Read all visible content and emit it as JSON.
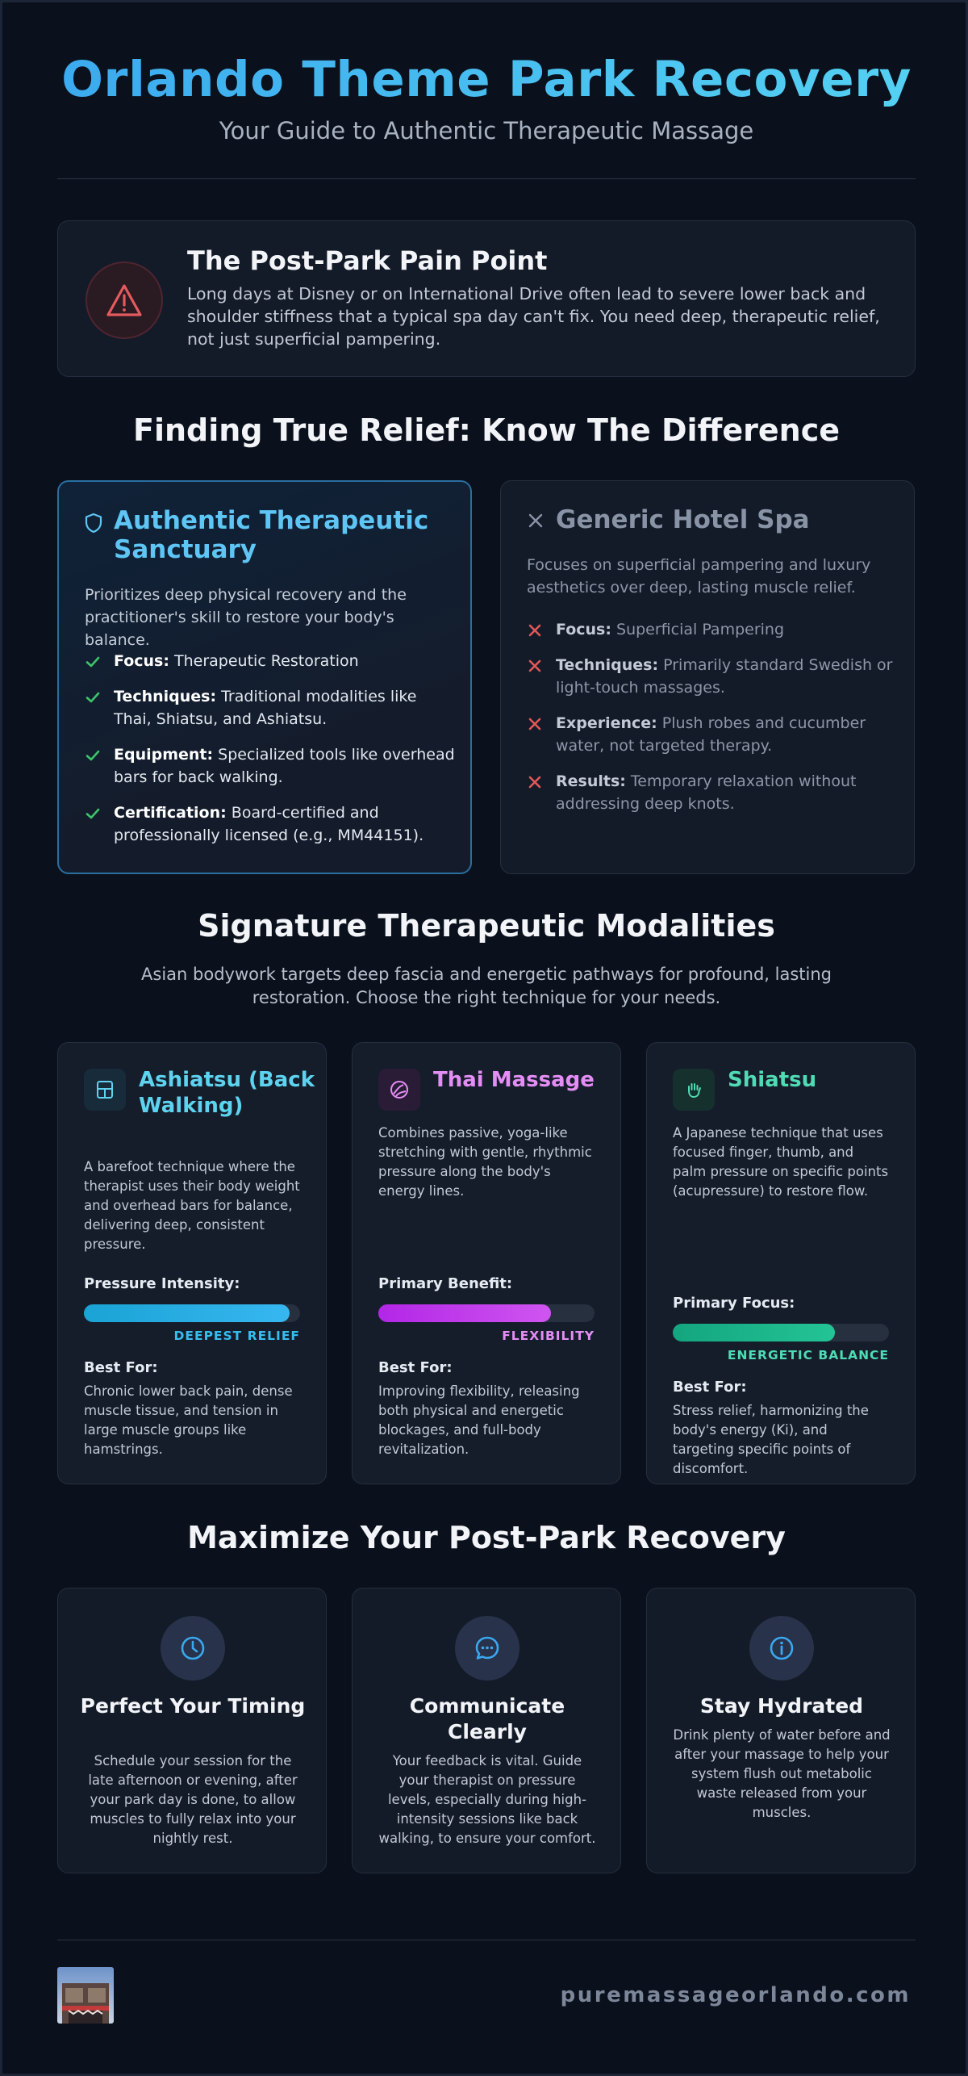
{
  "header": {
    "title": "Orlando Theme Park Recovery",
    "subtitle": "Your Guide to Authentic Therapeutic Massage"
  },
  "pain_point": {
    "icon": "warning-triangle-icon",
    "title": "The Post-Park Pain Point",
    "text": "Long days at Disney or on International Drive often lead to severe lower back and shoulder stiffness that a typical spa day can't fix. You need deep, therapeutic relief, not just superficial pampering."
  },
  "comparison": {
    "title": "Finding True Relief: Know The Difference",
    "authentic": {
      "icon": "shield-icon",
      "title": "Authentic Therapeutic Sanctuary",
      "desc": "Prioritizes deep physical recovery and the practitioner's skill to restore your body's balance.",
      "items": [
        {
          "label": "Focus:",
          "text": " Therapeutic Restoration"
        },
        {
          "label": "Techniques:",
          "text": " Traditional modalities like Thai, Shiatsu, and Ashiatsu."
        },
        {
          "label": "Equipment:",
          "text": " Specialized tools like overhead bars for back walking."
        },
        {
          "label": "Certification:",
          "text": " Board-certified and professionally licensed (e.g., MM44151)."
        }
      ]
    },
    "generic": {
      "icon": "x-icon",
      "title": "Generic Hotel Spa",
      "desc": "Focuses on superficial pampering and luxury aesthetics over deep, lasting muscle relief.",
      "items": [
        {
          "label": "Focus:",
          "text": " Superficial Pampering"
        },
        {
          "label": "Techniques:",
          "text": " Primarily standard Swedish or light-touch massages."
        },
        {
          "label": "Experience:",
          "text": " Plush robes and cucumber water, not targeted therapy."
        },
        {
          "label": "Results:",
          "text": " Temporary relaxation without addressing deep knots."
        }
      ]
    }
  },
  "modalities": {
    "title": "Signature Therapeutic Modalities",
    "subtitle": "Asian bodywork targets deep fascia and energetic pathways for profound, lasting restoration. Choose the right technique for your needs.",
    "cards": [
      {
        "name": "Ashiatsu (Back Walking)",
        "icon": "overhead-bars-icon",
        "color": "#5ed3f0",
        "desc": "A barefoot technique where the therapist uses their body weight and overhead bars for balance, delivering deep, consistent pressure.",
        "metric_label": "Pressure Intensity:",
        "metric_value": 0.95,
        "metric_caption": "DEEPEST RELIEF",
        "best_label": "Best For:",
        "best_text": "Chronic lower back pain, dense muscle tissue, and tension in large muscle groups like hamstrings."
      },
      {
        "name": "Thai Massage",
        "icon": "stretch-icon",
        "color": "#e48ef5",
        "desc": "Combines passive, yoga-like stretching with gentle, rhythmic pressure along the body's energy lines.",
        "metric_label": "Primary Benefit:",
        "metric_value": 0.8,
        "metric_caption": "FLEXIBILITY",
        "best_label": "Best For:",
        "best_text": "Improving flexibility, releasing both physical and energetic blockages, and full-body revitalization."
      },
      {
        "name": "Shiatsu",
        "icon": "hand-pressure-icon",
        "color": "#4fdcb4",
        "desc": "A Japanese technique that uses focused finger, thumb, and palm pressure on specific points (acupressure) to restore flow.",
        "metric_label": "Primary Focus:",
        "metric_value": 0.75,
        "metric_caption": "ENERGETIC BALANCE",
        "best_label": "Best For:",
        "best_text": "Stress relief, harmonizing the body's energy (Ki), and targeting specific points of discomfort."
      }
    ]
  },
  "tips": {
    "title": "Maximize Your Post-Park Recovery",
    "cards": [
      {
        "icon": "clock-icon",
        "title": "Perfect Your Timing",
        "text": "Schedule your session for the late afternoon or evening, after your park day is done, to allow muscles to fully relax into your nightly rest."
      },
      {
        "icon": "chat-bubble-icon",
        "title": "Communicate Clearly",
        "text": "Your feedback is vital. Guide your therapist on pressure levels, especially during high-intensity sessions like back walking, to ensure your comfort."
      },
      {
        "icon": "info-icon",
        "title": "Stay Hydrated",
        "text": "Drink plenty of water before and after your massage to help your system flush out metabolic waste released from your muscles."
      }
    ]
  },
  "footer": {
    "domain": "puremassageorlando.com",
    "logo": "storefront-photo"
  },
  "colors": {
    "background": "#0b111c",
    "accent_blue": "#3aa8ef",
    "card": "#151d2b",
    "check": "#3ec46b",
    "cross": "#e0585a"
  }
}
